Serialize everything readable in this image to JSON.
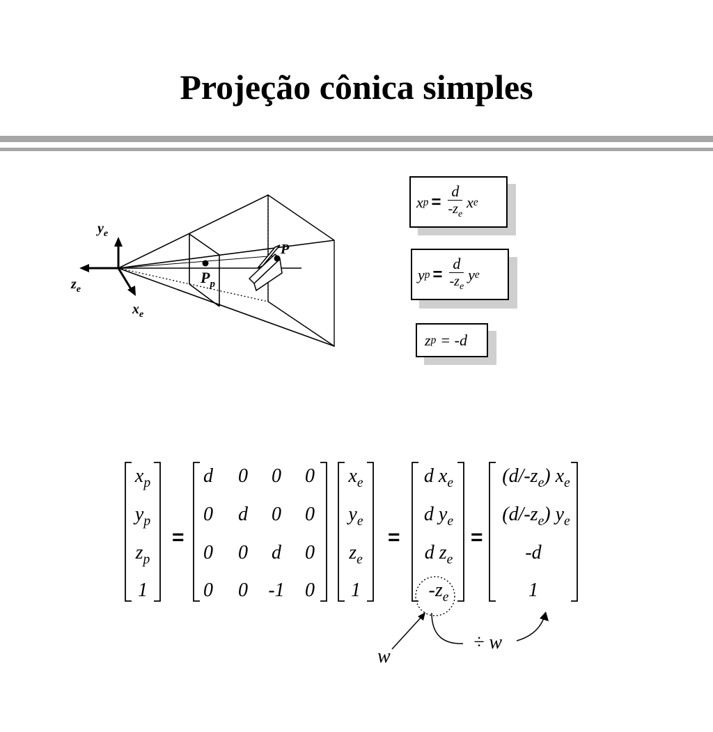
{
  "title": "Projeção cônica simples",
  "diagram": {
    "label_ye": "y",
    "label_ze": "z",
    "label_xe": "x",
    "label_e": "e",
    "label_P": "P",
    "label_Pp": "P",
    "label_p": "p"
  },
  "equations": {
    "xp": {
      "lhs": "x",
      "lhs_sub": "p",
      "num": "d",
      "den": "-z",
      "den_sub": "e",
      "rhs": "x",
      "rhs_sub": "e"
    },
    "yp": {
      "lhs": "y",
      "lhs_sub": "p",
      "num": "d",
      "den": "-z",
      "den_sub": "e",
      "rhs": "y",
      "rhs_sub": "e"
    },
    "zp": {
      "lhs": "z",
      "lhs_sub": "p",
      "rhs": "= -d"
    }
  },
  "matrix": {
    "lhs_vector": [
      "x",
      "y",
      "z",
      "1"
    ],
    "lhs_subs": [
      "p",
      "p",
      "p",
      ""
    ],
    "transform": [
      [
        "d",
        "0",
        "0",
        "0"
      ],
      [
        "0",
        "d",
        "0",
        "0"
      ],
      [
        "0",
        "0",
        "d",
        "0"
      ],
      [
        "0",
        "0",
        "-1",
        "0"
      ]
    ],
    "eye_vector": [
      "x",
      "y",
      "z",
      "1"
    ],
    "eye_subs": [
      "e",
      "e",
      "e",
      ""
    ],
    "homog_prefix": [
      "d ",
      "d ",
      "d ",
      "-"
    ],
    "homog_var": [
      "x",
      "y",
      "z",
      "z"
    ],
    "homog_subs": [
      "e",
      "e",
      "e",
      "e"
    ],
    "result_prefix": [
      "(d/-z",
      "(d/-z",
      "",
      ""
    ],
    "result_mid": [
      ") x",
      ") y",
      "",
      ""
    ],
    "result_plain": [
      "",
      "",
      "-d",
      "1"
    ],
    "equals": "=",
    "w_label": "w",
    "divide_label": "÷ w"
  }
}
